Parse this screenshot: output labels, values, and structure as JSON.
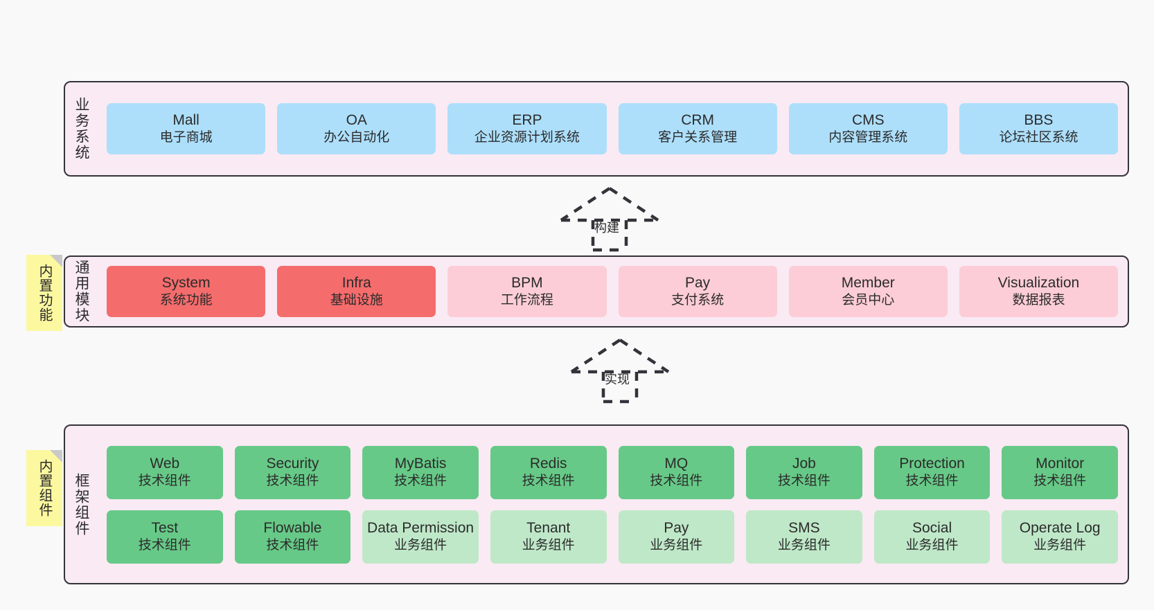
{
  "layers": [
    {
      "id": "business",
      "title": "业务系统",
      "rows": [
        {
          "cards": [
            {
              "name": "Mall",
              "desc": "电子商城",
              "style": "c-blue"
            },
            {
              "name": "OA",
              "desc": "办公自动化",
              "style": "c-blue"
            },
            {
              "name": "ERP",
              "desc": "企业资源计划系统",
              "style": "c-blue"
            },
            {
              "name": "CRM",
              "desc": "客户关系管理",
              "style": "c-blue"
            },
            {
              "name": "CMS",
              "desc": "内容管理系统",
              "style": "c-blue"
            },
            {
              "name": "BBS",
              "desc": "论坛社区系统",
              "style": "c-blue"
            }
          ]
        }
      ]
    },
    {
      "id": "common",
      "title": "通用模块",
      "note": "内置功能",
      "rows": [
        {
          "cards": [
            {
              "name": "System",
              "desc": "系统功能",
              "style": "c-red"
            },
            {
              "name": "Infra",
              "desc": "基础设施",
              "style": "c-red"
            },
            {
              "name": "BPM",
              "desc": "工作流程",
              "style": "c-pink"
            },
            {
              "name": "Pay",
              "desc": "支付系统",
              "style": "c-pink"
            },
            {
              "name": "Member",
              "desc": "会员中心",
              "style": "c-pink"
            },
            {
              "name": "Visualization",
              "desc": "数据报表",
              "style": "c-pink"
            }
          ]
        }
      ]
    },
    {
      "id": "framework",
      "title": "框架组件",
      "note": "内置组件",
      "rows": [
        {
          "cards": [
            {
              "name": "Web",
              "desc": "技术组件",
              "style": "c-green"
            },
            {
              "name": "Security",
              "desc": "技术组件",
              "style": "c-green"
            },
            {
              "name": "MyBatis",
              "desc": "技术组件",
              "style": "c-green"
            },
            {
              "name": "Redis",
              "desc": "技术组件",
              "style": "c-green"
            },
            {
              "name": "MQ",
              "desc": "技术组件",
              "style": "c-green"
            },
            {
              "name": "Job",
              "desc": "技术组件",
              "style": "c-green"
            },
            {
              "name": "Protection",
              "desc": "技术组件",
              "style": "c-green"
            },
            {
              "name": "Monitor",
              "desc": "技术组件",
              "style": "c-green"
            }
          ]
        },
        {
          "cards": [
            {
              "name": "Test",
              "desc": "技术组件",
              "style": "c-green"
            },
            {
              "name": "Flowable",
              "desc": "技术组件",
              "style": "c-green"
            },
            {
              "name": "Data Permission",
              "desc": "业务组件",
              "style": "c-green-light"
            },
            {
              "name": "Tenant",
              "desc": "业务组件",
              "style": "c-green-light"
            },
            {
              "name": "Pay",
              "desc": "业务组件",
              "style": "c-green-light"
            },
            {
              "name": "SMS",
              "desc": "业务组件",
              "style": "c-green-light"
            },
            {
              "name": "Social",
              "desc": "业务组件",
              "style": "c-green-light"
            },
            {
              "name": "Operate Log",
              "desc": "业务组件",
              "style": "c-green-light"
            }
          ]
        }
      ]
    }
  ],
  "connectors": [
    {
      "id": "build",
      "label": "构建"
    },
    {
      "id": "implement",
      "label": "实现"
    }
  ],
  "colors": {
    "canvas_bg": "#f9f9f9",
    "layer_bg": "#f9eaf4",
    "layer_border": "#33333a",
    "business_card": "#addffb",
    "common_card_strong": "#f56c6c",
    "common_card_soft": "#fccdd6",
    "framework_tech": "#67c987",
    "framework_business": "#bfe8c8",
    "note_bg": "#fcf8a0",
    "note_fold": "#c9c9c9",
    "text": "#2b2b2b"
  }
}
